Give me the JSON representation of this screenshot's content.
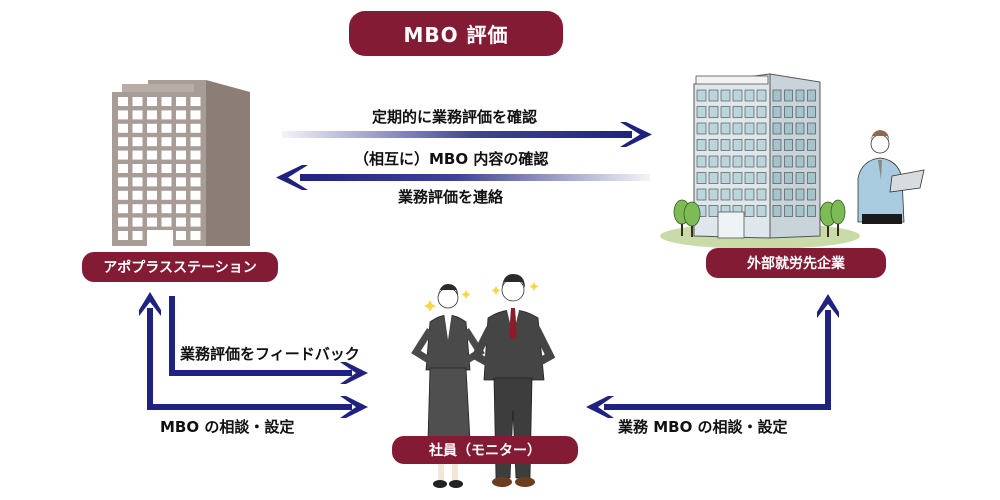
{
  "title": "MBO 評価",
  "nodes": {
    "apoplus": "アポプラスステーション",
    "external": "外部就労先企業",
    "employee": "社員（モニター）"
  },
  "arrows": {
    "top_right": "定期的に業務評価を確認",
    "mutual": "（相互に）MBO 内容の確認",
    "top_left": "業務評価を連絡",
    "feedback": "業務評価をフィードバック",
    "left_mbo": "MBO の相談・設定",
    "right_mbo": "業務 MBO の相談・設定"
  },
  "colors": {
    "accent": "#841b35",
    "arrow": "#1f237f",
    "building_left": "#a0928c",
    "building_right": "#dfe6ea"
  }
}
